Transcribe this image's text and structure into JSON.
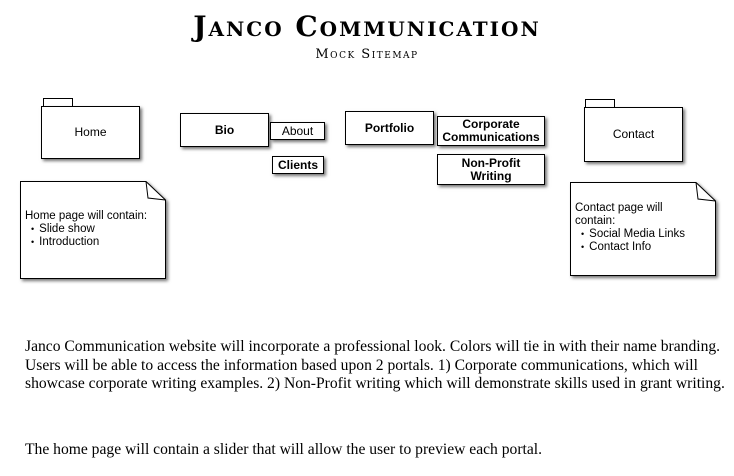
{
  "header": {
    "title": "Janco Communication",
    "subtitle": "Mock Sitemap"
  },
  "nodes": {
    "home": "Home",
    "bio": "Bio",
    "about": "About",
    "clients": "Clients",
    "portfolio": "Portfolio",
    "corporate": "Corporate Communications",
    "nonprofit": "Non-Profit Writing",
    "contact": "Contact"
  },
  "notes": {
    "home": {
      "heading": "Home page will contain:",
      "items": [
        "Slide show",
        "Introduction"
      ]
    },
    "contact": {
      "heading": "Contact page will contain:",
      "items": [
        "Social Media Links",
        "Contact Info"
      ]
    }
  },
  "description": {
    "paragraph1": "Janco Communication website will incorporate a professional look. Colors will tie in with their name branding. Users will be able to access the information based upon 2 portals. 1) Corporate communications, which will showcase corporate writing examples. 2) Non-Profit writing which will demonstrate skills used in grant writing.",
    "paragraph2": "The home page will contain a slider that will allow the user to preview each portal."
  }
}
